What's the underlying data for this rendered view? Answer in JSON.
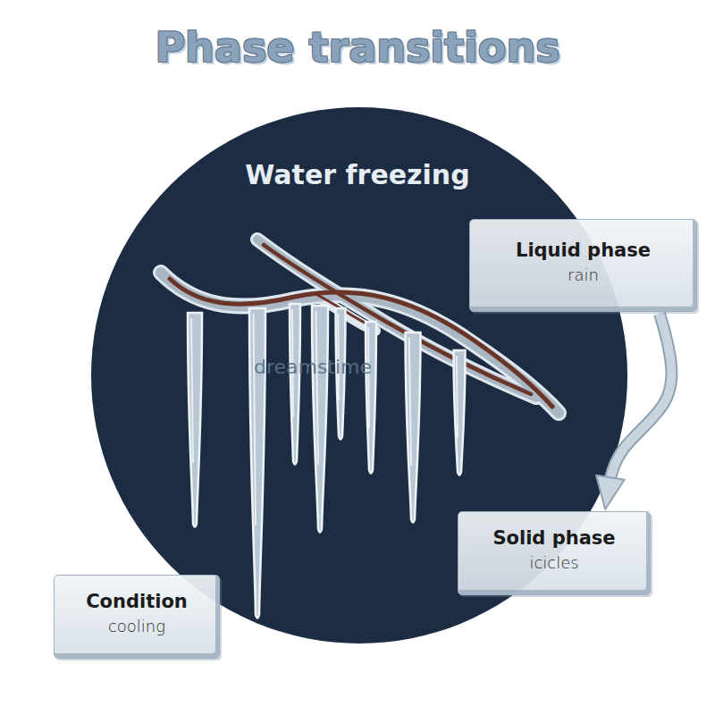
{
  "diagram": {
    "title": "Phase transitions",
    "nodes": [
      {
        "text": [
          "Liquid phase",
          "rain"
        ]
      },
      {
        "text": [
          "Solid phase",
          "icicles"
        ]
      },
      {
        "text": [
          "Condition",
          "cooling"
        ]
      }
    ],
    "edges": [
      {
        "from": 0,
        "to": 1,
        "arrow": "to"
      }
    ],
    "labels": [
      "Water freezing",
      "dreamstime"
    ]
  }
}
